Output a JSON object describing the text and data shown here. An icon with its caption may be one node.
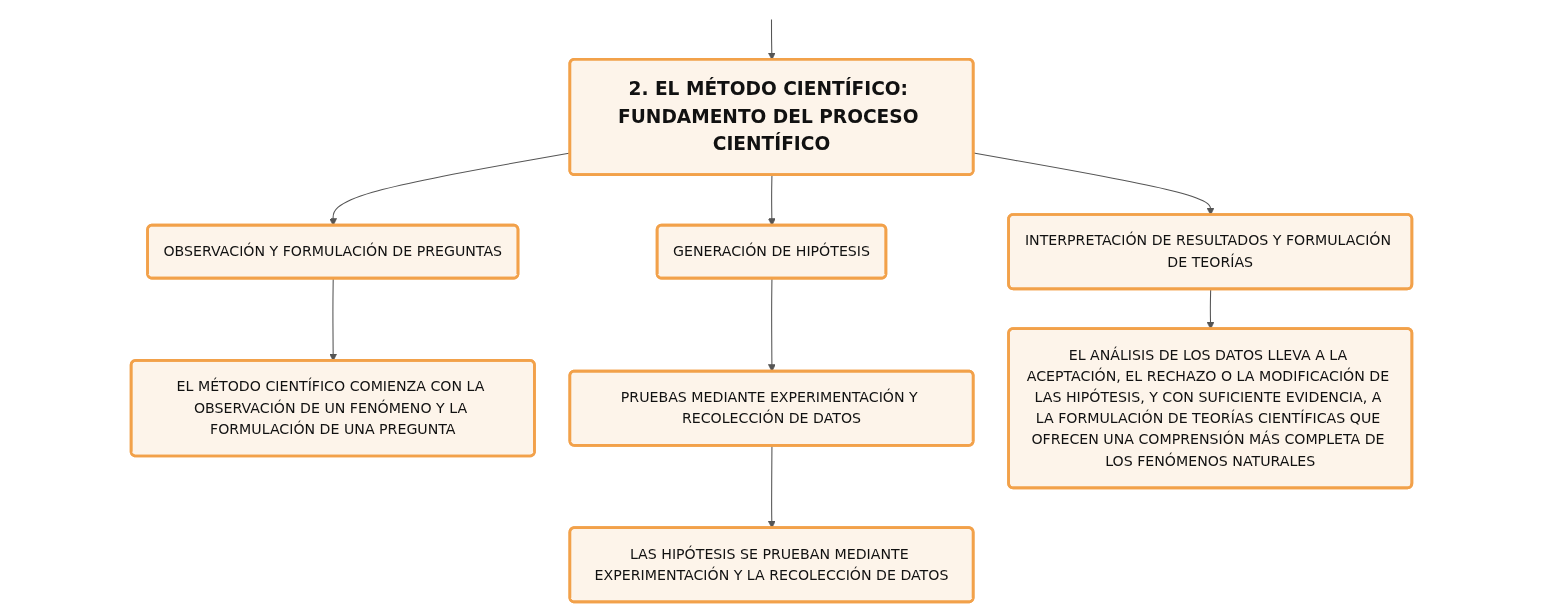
{
  "diagram": {
    "nodes": [
      {
        "text": [
          "2. EL MÉTODO CIENTÍFICO: FUNDAMENTO DEL PROCESO CIENTÍFICO"
        ]
      },
      {
        "text": [
          "OBSERVACIÓN Y FORMULACIÓN DE PREGUNTAS"
        ]
      },
      {
        "text": [
          "GENERACIÓN DE HIPÓTESIS"
        ]
      },
      {
        "text": [
          "INTERPRETACIÓN DE RESULTADOS Y FORMULACIÓN DE TEORÍAS"
        ]
      },
      {
        "text": [
          "EL MÉTODO CIENTÍFICO COMIENZA CON LA OBSERVACIÓN DE UN FENÓMENO Y LA FORMULACIÓN DE UNA PREGUNTA"
        ]
      },
      {
        "text": [
          "PRUEBAS MEDIANTE EXPERIMENTACIÓN Y RECOLECCIÓN DE DATOS"
        ]
      },
      {
        "text": [
          "LAS HIPÓTESIS SE PRUEBAN MEDIANTE EXPERIMENTACIÓN Y LA RECOLECCIÓN DE DATOS"
        ]
      },
      {
        "text": [
          "EL ANÁLISIS DE LOS DATOS LLEVA A LA ACEPTACIÓN, EL RECHAZO O LA MODIFICACIÓN DE LAS HIPÓTESIS, Y CON SUFICIENTE EVIDENCIA, A LA FORMULACIÓN DE TEORÍAS CIENTÍFICAS QUE OFRECEN UNA COMPRENSIÓN MÁS COMPLETA DE LOS FENÓMENOS NATURALES"
        ]
      }
    ],
    "edges": [
      {
        "from": null,
        "to": 0,
        "arrow": "to"
      },
      {
        "from": 0,
        "to": 1,
        "arrow": "to"
      },
      {
        "from": 0,
        "to": 2,
        "arrow": "to"
      },
      {
        "from": 0,
        "to": 3,
        "arrow": "to"
      },
      {
        "from": 1,
        "to": 4,
        "arrow": "to"
      },
      {
        "from": 2,
        "to": 5,
        "arrow": "to"
      },
      {
        "from": 5,
        "to": 6,
        "arrow": "to"
      },
      {
        "from": 3,
        "to": 7,
        "arrow": "to"
      }
    ]
  }
}
